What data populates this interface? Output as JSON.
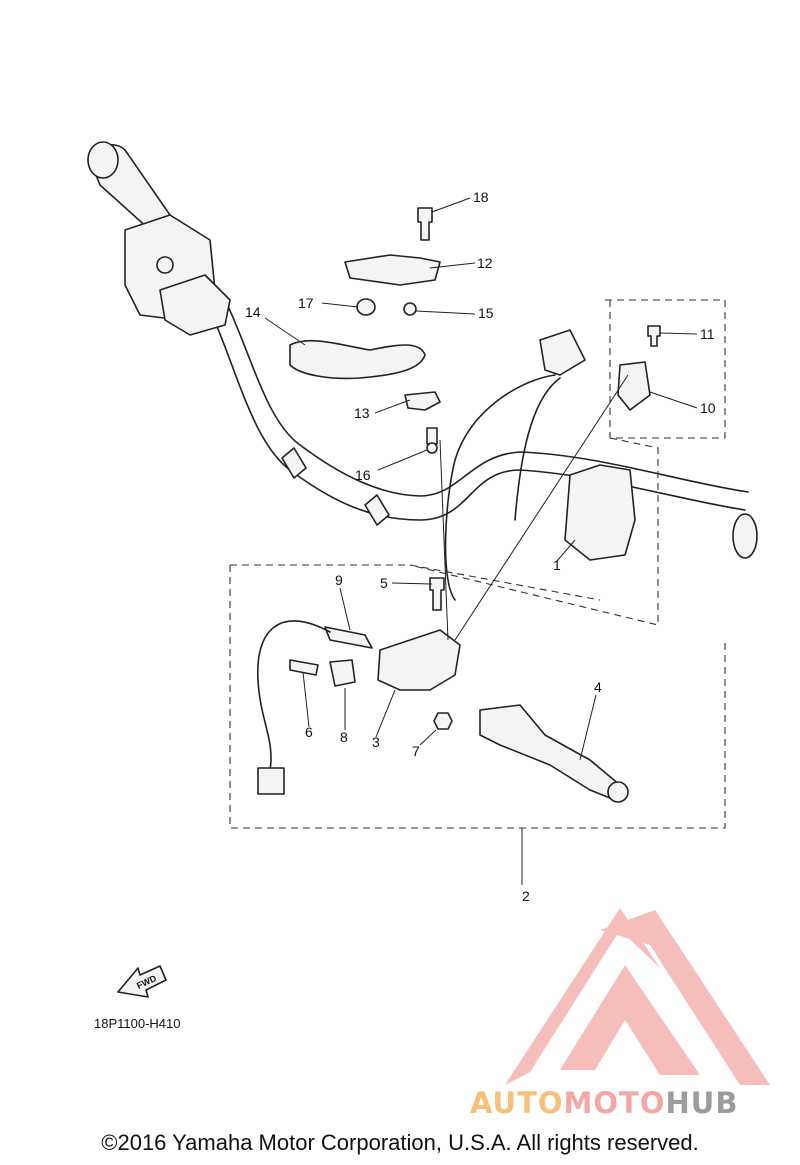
{
  "diagram": {
    "drawing_code": "18P1100-H410",
    "fwd_label": "FWD",
    "copyright": "©2016 Yamaha Motor Corporation, U.S.A. All rights reserved.",
    "watermark": {
      "part1": "AUTO",
      "part2": "MOTO",
      "part3": "HUB",
      "colors": [
        "#f7c079",
        "#f2a9a4",
        "#9c9c9c"
      ]
    },
    "callouts": [
      "1",
      "2",
      "3",
      "4",
      "5",
      "6",
      "7",
      "8",
      "9",
      "10",
      "11",
      "12",
      "13",
      "14",
      "15",
      "16",
      "17",
      "18"
    ]
  }
}
